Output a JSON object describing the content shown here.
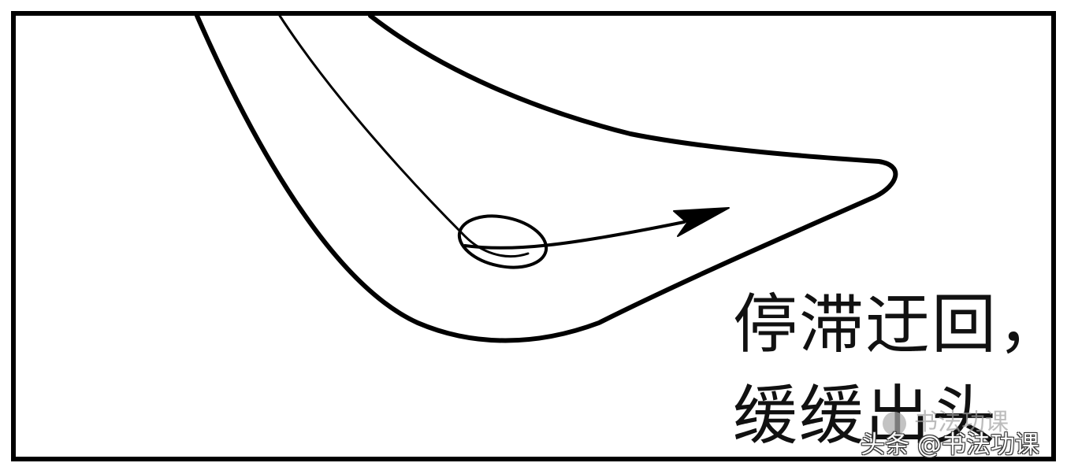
{
  "caption": {
    "line1": "停滞迂回，",
    "line2": "缓缓出头"
  },
  "watermark": {
    "faded": "书法功课",
    "main": "头条 @书法功课"
  },
  "colors": {
    "stroke": "#000000",
    "background": "#ffffff",
    "text": "#111111"
  }
}
